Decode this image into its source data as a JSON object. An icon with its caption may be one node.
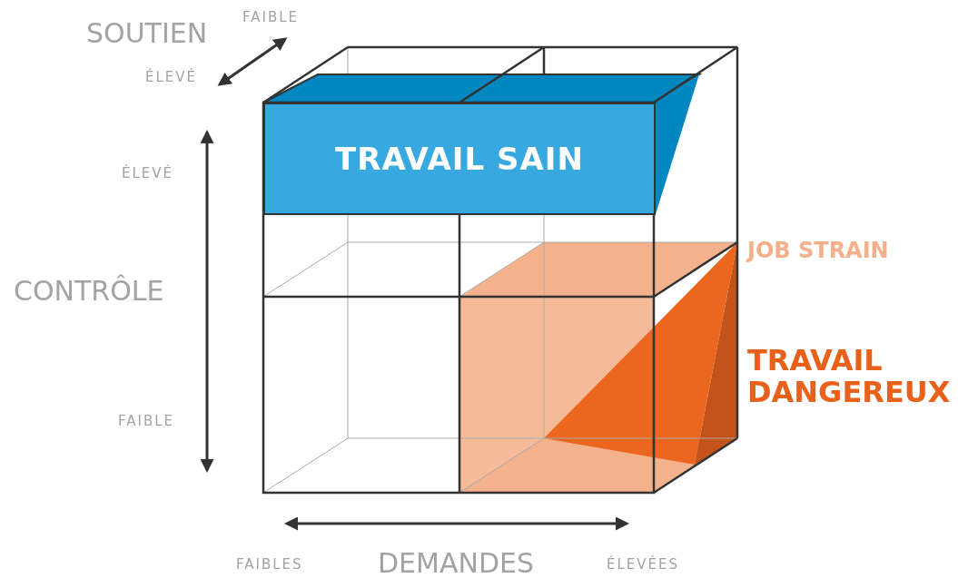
{
  "diagram": {
    "nodes": [
      {
        "text": [
          "TRAVAIL SAIN"
        ]
      }
    ],
    "labels": [
      "SOUTIEN",
      "FAIBLE",
      "ÉLEVÉ",
      "ÉLEVÉ",
      "CONTRÔLE",
      "FAIBLE",
      "JOB STRAIN",
      "TRAVAIL DANGEREUX",
      "FAIBLES",
      "DEMANDES",
      "ÉLEVÉES"
    ]
  }
}
